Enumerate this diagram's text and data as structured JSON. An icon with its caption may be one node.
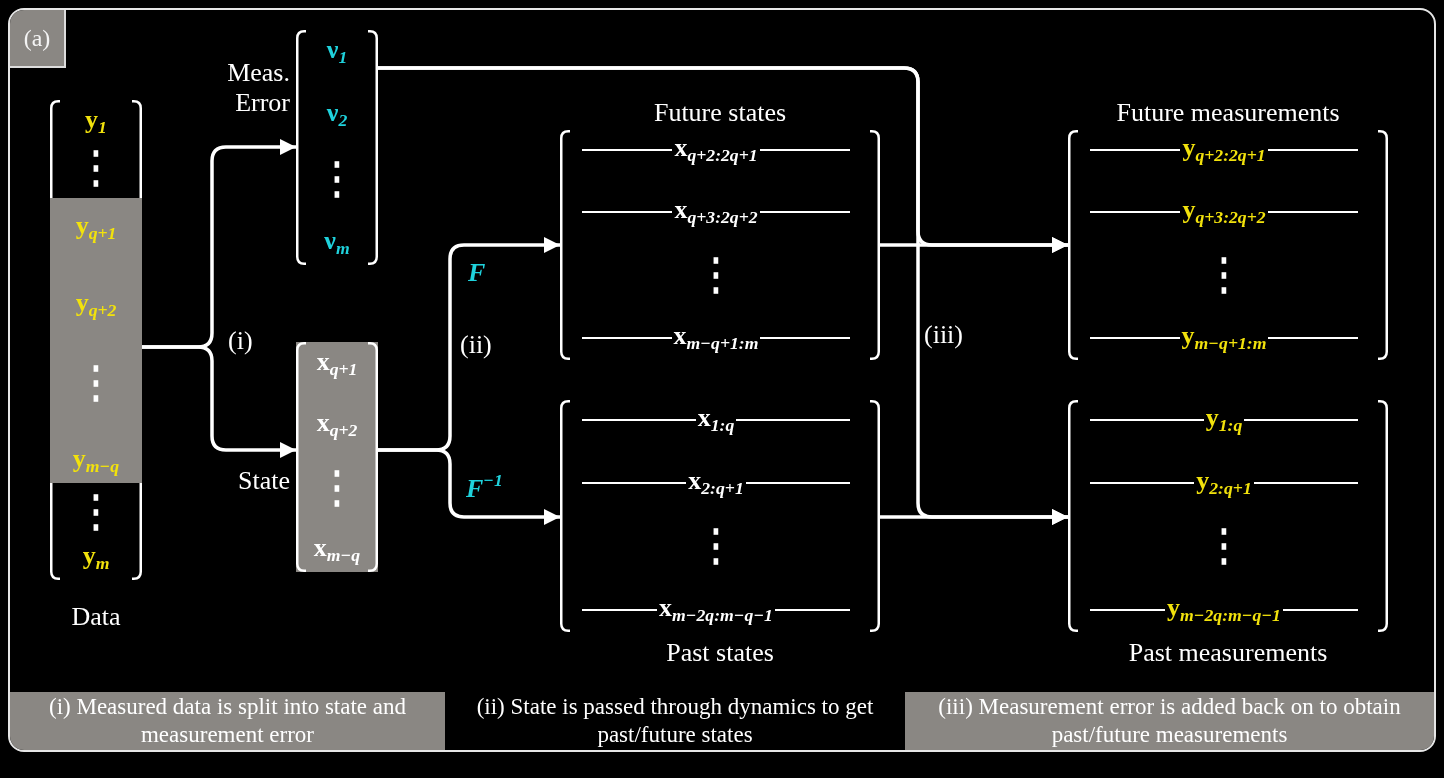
{
  "diagram": {
    "nodes": [
      {
        "text": [
          "(a)"
        ]
      },
      {
        "text": [
          "**y**$_{1}$",
          "⋮",
          "**y**$_{q+1}$",
          "**y**$_{q+2}$",
          "⋮",
          "**y**$_{m−q}$",
          "⋮",
          "**y**$_{m}$",
          "Data"
        ]
      },
      {
        "text": [
          "Meas. Error",
          "**ν**$_{1}$",
          "**ν**$_{2}$",
          "⋮",
          "**ν**$_{m}$"
        ]
      },
      {
        "text": [
          "State",
          "**x**$_{q+1}$",
          "**x**$_{q+2}$",
          "⋮",
          "**x**$_{m−q}$"
        ]
      },
      {
        "text": [
          "Future states",
          "**x**$_{q+2:2q+1}$",
          "**x**$_{q+3:2q+2}$",
          "⋮",
          "**x**$_{m−q+1:m}$"
        ]
      },
      {
        "text": [
          "**x**$_{1:q}$",
          "**x**$_{2:q+1}$",
          "⋮",
          "**x**$_{m−2q:m−q−1}$",
          "Past states"
        ]
      },
      {
        "text": [
          "Future measurements",
          "**y**$_{q+2:2q+1}$",
          "**y**$_{q+3:2q+2}$",
          "⋮",
          "**y**$_{m−q+1:m}$"
        ]
      },
      {
        "text": [
          "**y**$_{1:q}$",
          "**y**$_{2:q+1}$",
          "⋮",
          "**y**$_{m−2q:m−q−1}$",
          "Past measurements"
        ]
      },
      {
        "text": [
          "(i)  Measured data is split into state and measurement error"
        ]
      },
      {
        "text": [
          "(ii) State is passed through dynamics to get past/future states"
        ]
      },
      {
        "text": [
          "(iii) Measurement error is added back on to obtain past/future measurements"
        ]
      }
    ],
    "edges": [
      {
        "from": 1,
        "to": 2,
        "arrow": "to"
      },
      {
        "from": 1,
        "to": 3,
        "arrow": "to"
      },
      {
        "from": 3,
        "to": 4,
        "arrow": "to",
        "label": "F"
      },
      {
        "from": 3,
        "to": 5,
        "arrow": "to",
        "label": "F$^{−1}$"
      },
      {
        "from": 2,
        "to": 6,
        "arrow": "to"
      },
      {
        "from": 2,
        "to": 7,
        "arrow": "to"
      },
      {
        "from": 4,
        "to": 6,
        "arrow": "to"
      },
      {
        "from": 5,
        "to": 7,
        "arrow": "to"
      }
    ],
    "labels": [
      "(i)",
      "(ii)",
      "(iii)"
    ]
  }
}
